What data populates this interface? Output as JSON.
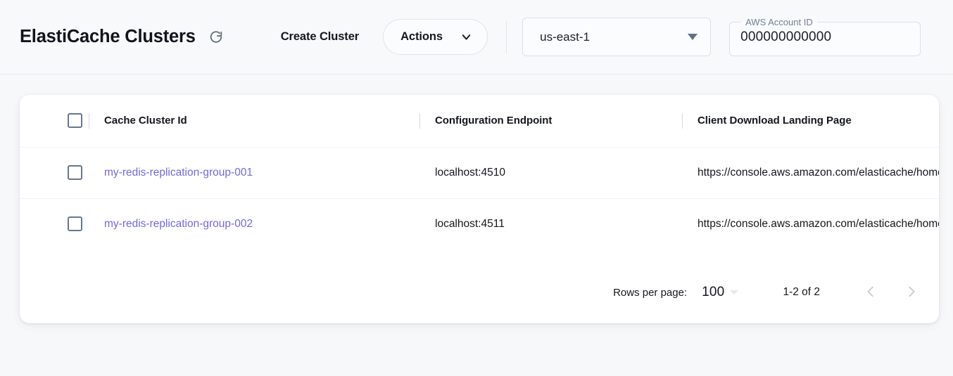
{
  "header": {
    "title": "ElastiCache Clusters",
    "refresh_icon": "refresh-icon",
    "create_cluster_label": "Create Cluster",
    "actions_label": "Actions",
    "actions_chevron_icon": "chevron-down-icon",
    "region": {
      "value": "us-east-1",
      "arrow_icon": "triangle-down-icon"
    },
    "account": {
      "label": "AWS Account ID",
      "value": "000000000000"
    }
  },
  "table": {
    "columns": [
      {
        "key": "checkbox",
        "label": ""
      },
      {
        "key": "id",
        "label": "Cache Cluster Id"
      },
      {
        "key": "endpoint",
        "label": "Configuration Endpoint"
      },
      {
        "key": "url",
        "label": "Client Download Landing Page"
      }
    ],
    "rows": [
      {
        "id": "my-redis-replication-group-001",
        "endpoint": "localhost:4510",
        "url": "https://console.aws.amazon.com/elasticache/home"
      },
      {
        "id": "my-redis-replication-group-002",
        "endpoint": "localhost:4511",
        "url": "https://console.aws.amazon.com/elasticache/home"
      }
    ]
  },
  "pagination": {
    "rows_per_page_label": "Rows per page:",
    "rows_per_page_value": "100",
    "range_label": "1-2 of 2",
    "prev_icon": "chevron-left-icon",
    "next_icon": "chevron-right-icon"
  },
  "colors": {
    "page_background": "#f7f8fa",
    "header_background": "#f8f9fb",
    "card_background": "#ffffff",
    "link": "#7268e0",
    "checkbox_border": "#66788f",
    "label_muted": "#6f8098"
  }
}
